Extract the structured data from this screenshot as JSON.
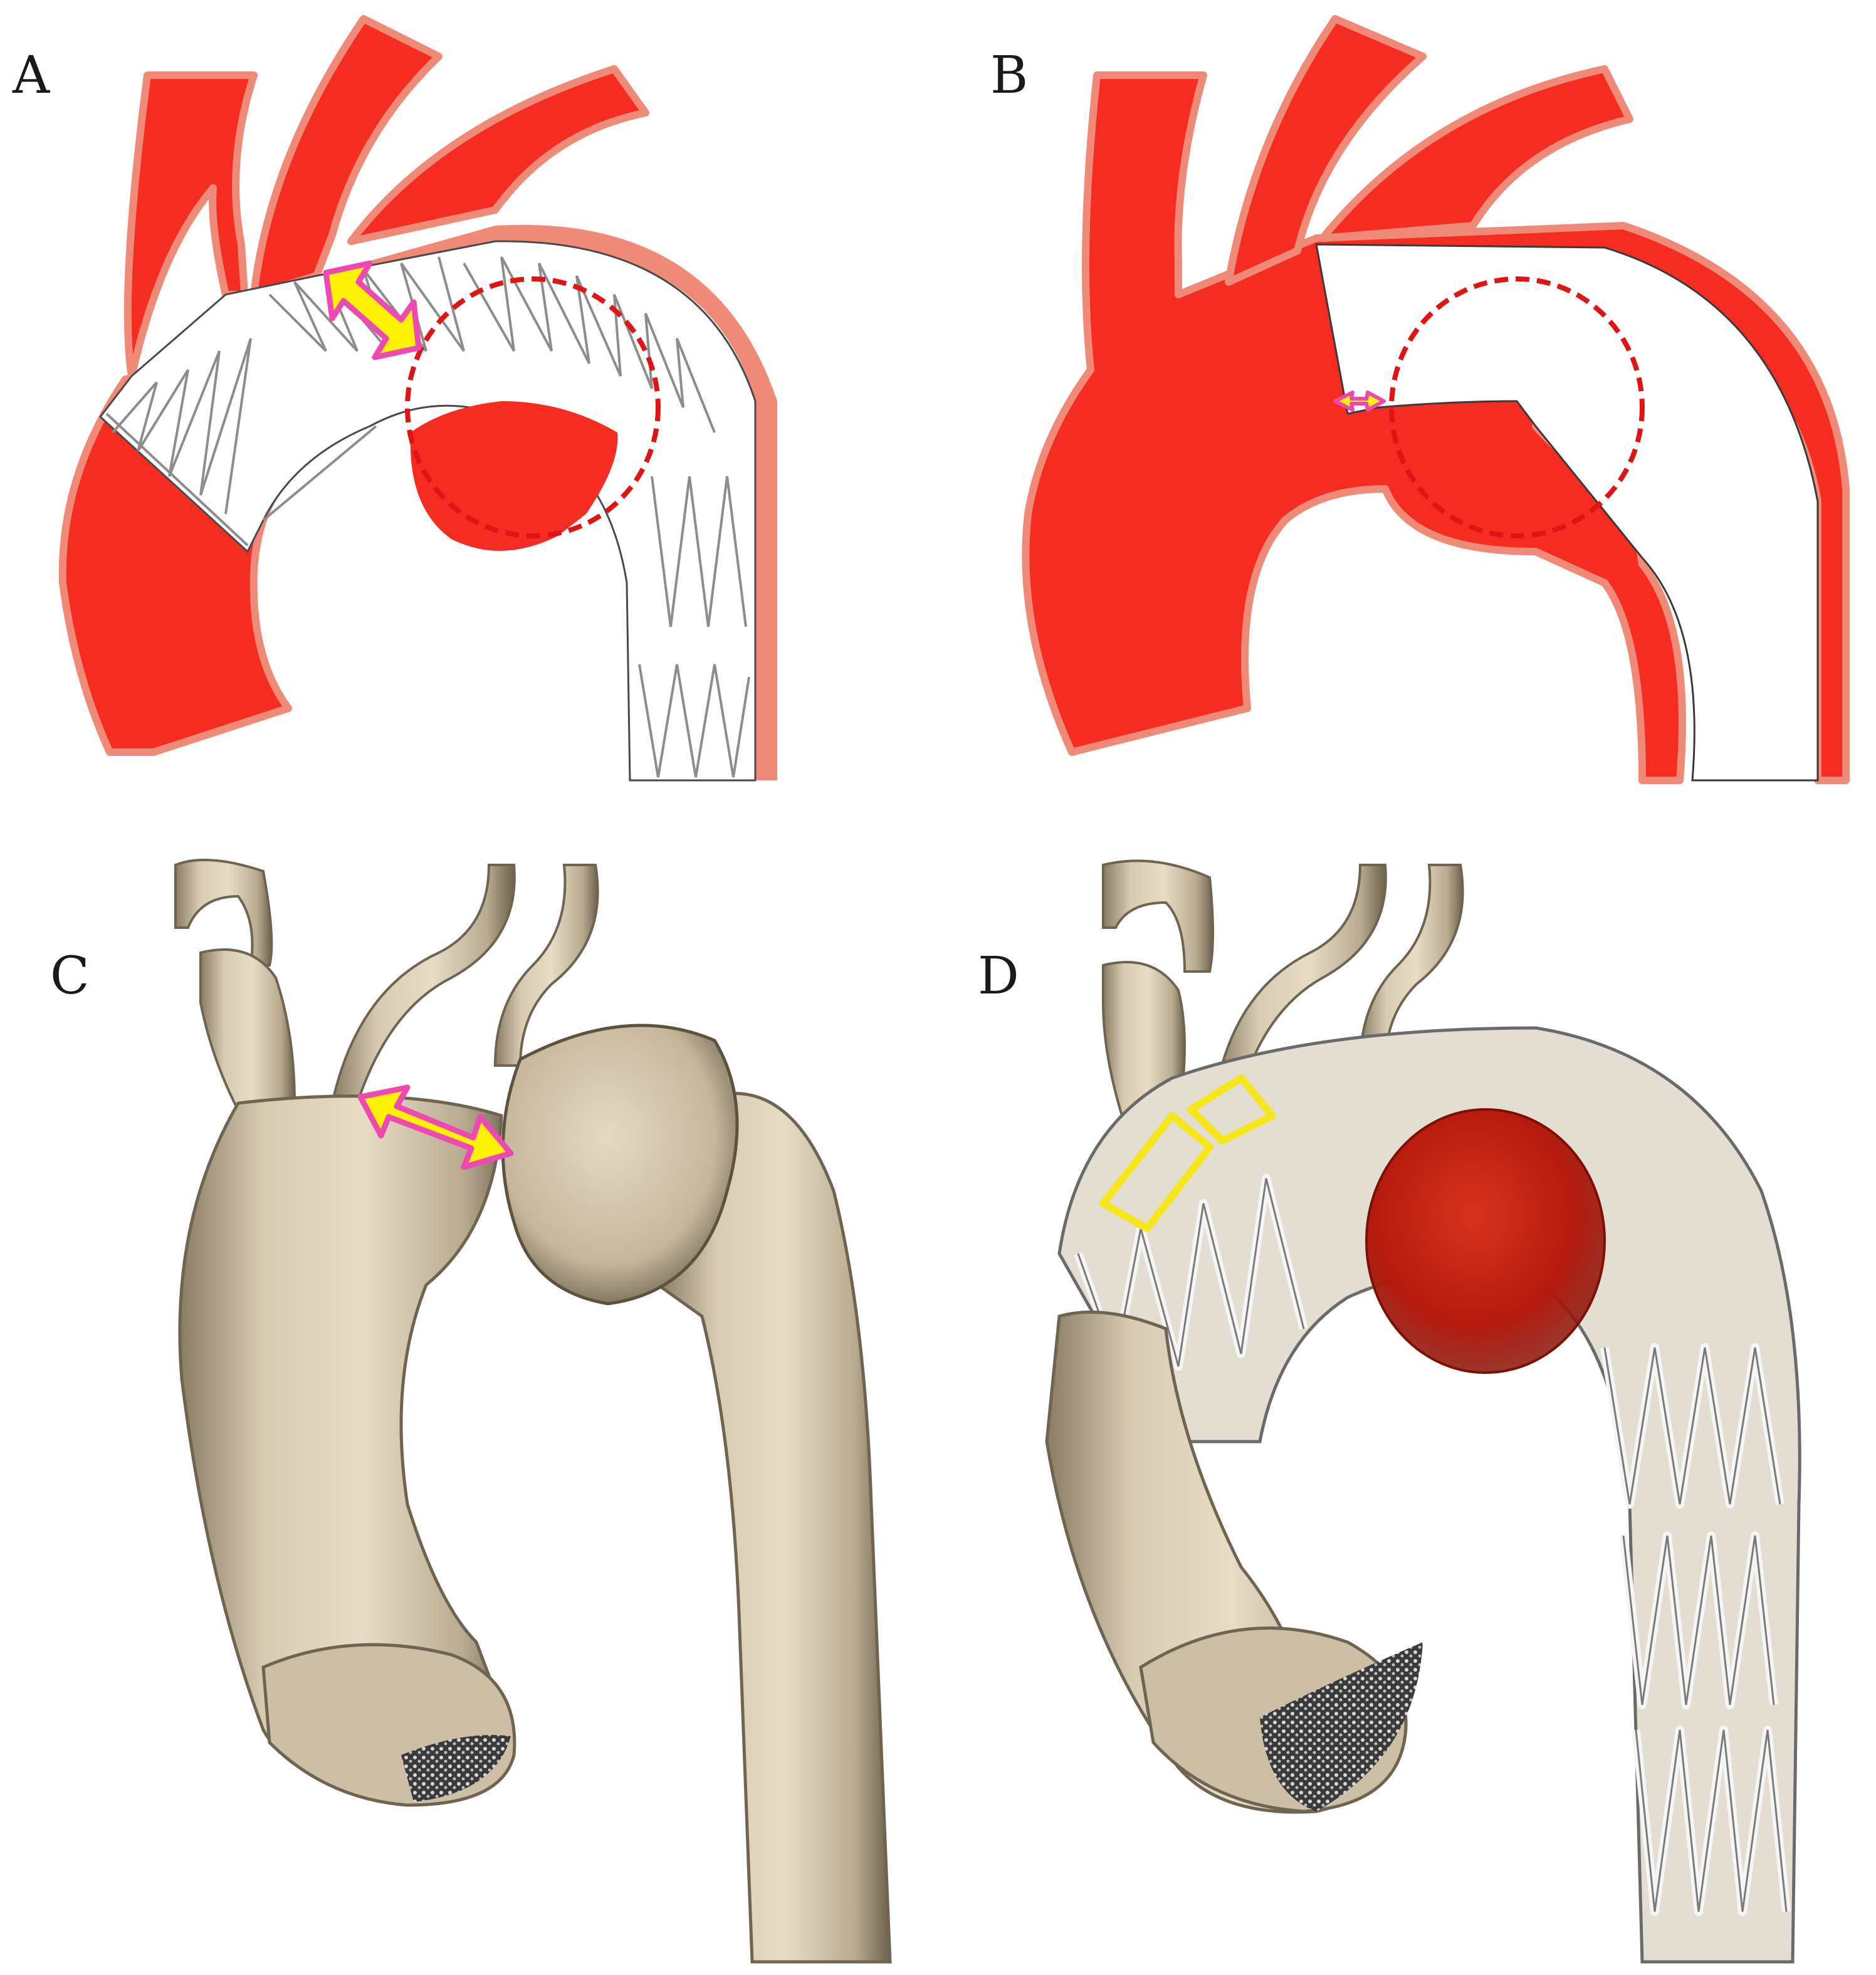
{
  "panels": [
    {
      "id": "A",
      "label": "A"
    },
    {
      "id": "B",
      "label": "B"
    },
    {
      "id": "C",
      "label": "C"
    },
    {
      "id": "D",
      "label": "D"
    }
  ],
  "colors": {
    "vessel_red": "#f52c22",
    "vessel_rim": "#f08a78",
    "stent_line": "#8d8d8d",
    "aneurysm_dash": "#e01414",
    "arrow_fill": "#fff200",
    "arrow_outline": "#ee48b2",
    "tissue": "#d9ccb4",
    "tissue_shadow": "#6f6452",
    "aneurysm_3d": "#b81c10",
    "highlight_box": "#f6e61c"
  },
  "icons": [
    "double-arrow-icon"
  ]
}
